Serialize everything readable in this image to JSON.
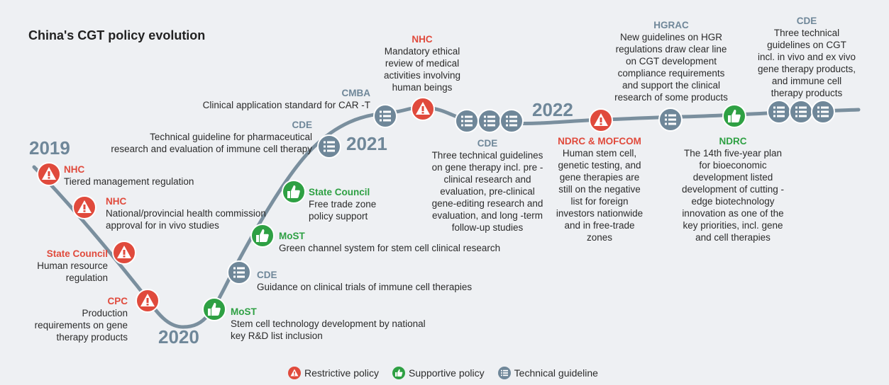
{
  "title": "China's CGT policy evolution",
  "years": [
    "2019",
    "2020",
    "2021",
    "2022"
  ],
  "colors": {
    "restrictive": "#e04a3c",
    "supportive": "#2ea043",
    "technical": "#6f8799",
    "line": "#7a8f9e"
  },
  "events": [
    {
      "org": "NHC",
      "desc": "Tiered management regulation",
      "type": "restrictive"
    },
    {
      "org": "NHC",
      "desc": "National/provincial health commission\napproval for in vivo studies",
      "type": "restrictive"
    },
    {
      "org": "State Council",
      "desc": "Human resource\nregulation",
      "type": "restrictive"
    },
    {
      "org": "CPC",
      "desc": "Production\nrequirements on gene\ntherapy products",
      "type": "restrictive"
    },
    {
      "org": "MoST",
      "desc": "Stem cell technology development by national\nkey R&D list inclusion",
      "type": "supportive"
    },
    {
      "org": "CDE",
      "desc": "Guidance on clinical trials of immune cell therapies",
      "type": "technical"
    },
    {
      "org": "MoST",
      "desc": "Green channel system for stem cell clinical research",
      "type": "supportive"
    },
    {
      "org": "State Council",
      "desc": "Free trade zone\npolicy support",
      "type": "supportive"
    },
    {
      "org": "CDE",
      "desc": "Technical guideline for pharmaceutical\nresearch and evaluation of immune cell therapy",
      "type": "technical"
    },
    {
      "org": "CMBA",
      "desc": "Clinical application standard for CAR -T",
      "type": "technical"
    },
    {
      "org": "NHC",
      "desc": "Mandatory ethical\nreview of medical\nactivities involving\nhuman beings",
      "type": "restrictive"
    },
    {
      "org": "CDE",
      "desc": "Three technical guidelines\non gene therapy incl. pre -\nclinical research and\nevaluation, pre-clinical\ngene-editing research and\nevaluation, and long -term\nfollow-up studies",
      "type": "technical"
    },
    {
      "org": "NDRC & MOFCOM",
      "desc": "Human stem cell,\ngenetic testing, and\ngene therapies are\nstill on the negative\nlist for foreign\ninvestors nationwide\nand in free-trade\nzones",
      "type": "restrictive"
    },
    {
      "org": "HGRAC",
      "desc": "New guidelines on HGR\nregulations draw clear line\non CGT development\ncompliance requirements\nand support the clinical\nresearch of some products",
      "type": "technical"
    },
    {
      "org": "NDRC",
      "desc": "The 14th five-year plan\nfor bioeconomic\ndevelopment listed\ndevelopment of cutting -\nedge biotechnology\ninnovation as one of the\nkey priorities, incl. gene\nand cell therapies",
      "type": "supportive"
    },
    {
      "org": "CDE",
      "desc": "Three technical\nguidelines on CGT\nincl. in vivo and ex vivo\ngene therapy products,\nand immune cell\ntherapy products",
      "type": "technical"
    }
  ],
  "legend": [
    {
      "label": "Restrictive policy",
      "type": "restrictive"
    },
    {
      "label": "Supportive policy",
      "type": "supportive"
    },
    {
      "label": "Technical guideline",
      "type": "technical"
    }
  ]
}
